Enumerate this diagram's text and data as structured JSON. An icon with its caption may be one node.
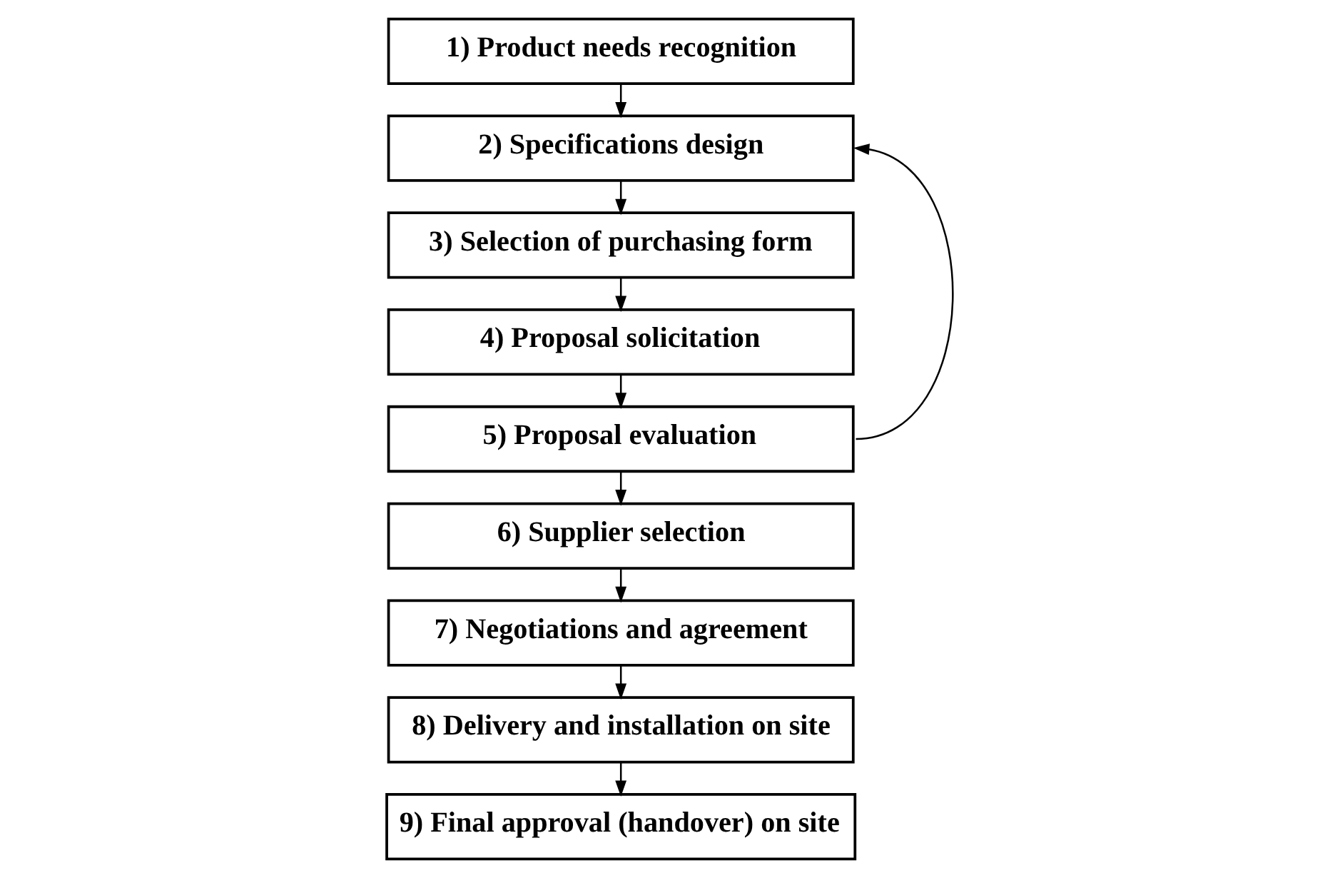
{
  "diagram": {
    "nodes": [
      {
        "text": [
          "1) Product needs recognition"
        ]
      },
      {
        "text": [
          "2) Specifications design"
        ]
      },
      {
        "text": [
          "3) Selection of purchasing form"
        ]
      },
      {
        "text": [
          "4) Proposal solicitation"
        ]
      },
      {
        "text": [
          "5) Proposal evaluation"
        ]
      },
      {
        "text": [
          "6) Supplier selection"
        ]
      },
      {
        "text": [
          "7) Negotiations and agreement"
        ]
      },
      {
        "text": [
          "8) Delivery and installation on site"
        ]
      },
      {
        "text": [
          "9) Final approval (handover) on site"
        ]
      }
    ],
    "edges": [
      {
        "from": 0,
        "to": 1,
        "arrow": "to"
      },
      {
        "from": 1,
        "to": 2,
        "arrow": "to"
      },
      {
        "from": 2,
        "to": 3,
        "arrow": "to"
      },
      {
        "from": 3,
        "to": 4,
        "arrow": "to"
      },
      {
        "from": 4,
        "to": 5,
        "arrow": "to"
      },
      {
        "from": 5,
        "to": 6,
        "arrow": "to"
      },
      {
        "from": 6,
        "to": 7,
        "arrow": "to"
      },
      {
        "from": 7,
        "to": 8,
        "arrow": "to"
      },
      {
        "from": 4,
        "to": 1,
        "arrow": "to"
      }
    ]
  }
}
